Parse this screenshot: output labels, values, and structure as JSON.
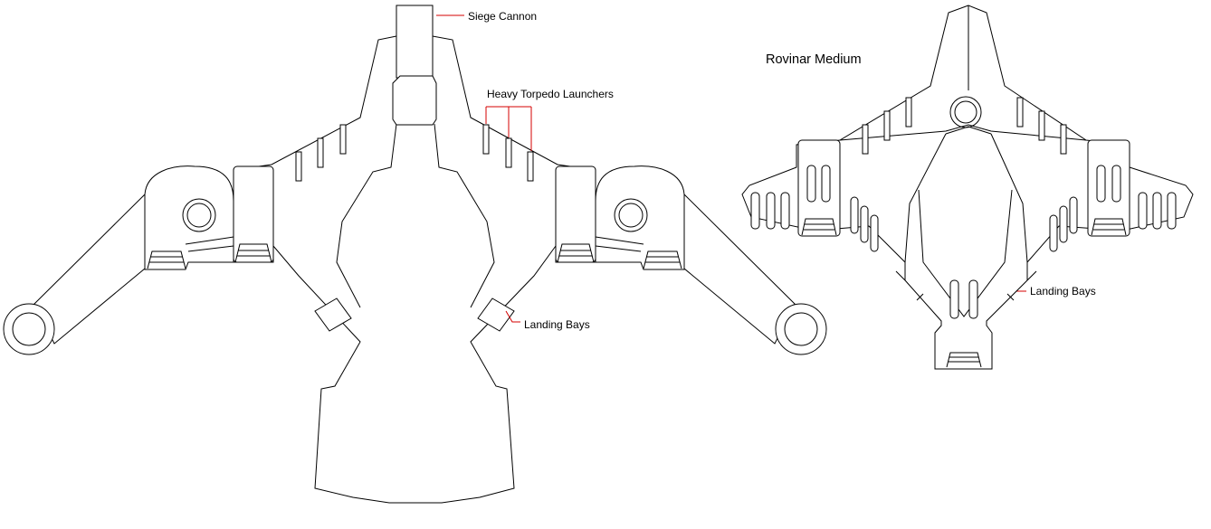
{
  "labels": {
    "siege_cannon": "Siege Cannon",
    "heavy_torpedo": "Heavy Torpedo Launchers",
    "landing_bays_left": "Landing Bays",
    "ship_title": "Rovinar Medium",
    "landing_bays_right": "Landing Bays"
  },
  "colors": {
    "line": "#000000",
    "leader": "#d40000",
    "background": "#ffffff"
  }
}
